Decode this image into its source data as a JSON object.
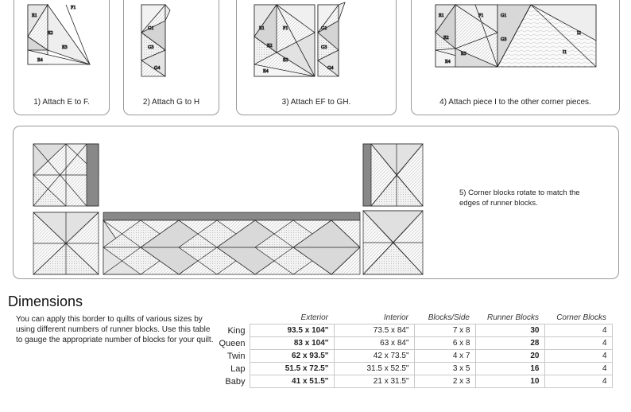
{
  "steps": [
    {
      "caption": "1) Attach E to F."
    },
    {
      "caption": "2) Attach G to H"
    },
    {
      "caption": "3) Attach EF to GH."
    },
    {
      "caption": "4) Attach piece I to the other corner pieces."
    },
    {
      "caption": "5) Corner blocks rotate to match the edges of runner blocks."
    }
  ],
  "piece_labels": {
    "e1": "E1",
    "e2": "E2",
    "e3": "E3",
    "e4": "E4",
    "f1": "F1",
    "g1": "G1",
    "g2": "G2",
    "g3": "G3",
    "g4": "G4",
    "i1": "I1",
    "i2": "I2"
  },
  "dimensions": {
    "heading": "Dimensions",
    "description": "You can apply this border to quilts of various sizes by using different numbers of runner blocks. Use this table to gauge the appropriate number of blocks for your quilt.",
    "columns": [
      "Exterior",
      "Interior",
      "Blocks/Side",
      "Runner Blocks",
      "Corner Blocks"
    ],
    "rows": [
      {
        "size": "King",
        "exterior": "93.5 x 104\"",
        "interior": "73.5 x 84\"",
        "blocks_side": "7 x 8",
        "runner": "30",
        "corner": "4"
      },
      {
        "size": "Queen",
        "exterior": "83 x 104\"",
        "interior": "63 x 84\"",
        "blocks_side": "6 x 8",
        "runner": "28",
        "corner": "4"
      },
      {
        "size": "Twin",
        "exterior": "62 x 93.5\"",
        "interior": "42 x 73.5\"",
        "blocks_side": "4 x 7",
        "runner": "20",
        "corner": "4"
      },
      {
        "size": "Lap",
        "exterior": "51.5 x 72.5\"",
        "interior": "31.5 x 52.5\"",
        "blocks_side": "3 x 5",
        "runner": "16",
        "corner": "4"
      },
      {
        "size": "Baby",
        "exterior": "41 x 51.5\"",
        "interior": "21 x 31.5\"",
        "blocks_side": "2 x 3",
        "runner": "10",
        "corner": "4"
      }
    ]
  }
}
